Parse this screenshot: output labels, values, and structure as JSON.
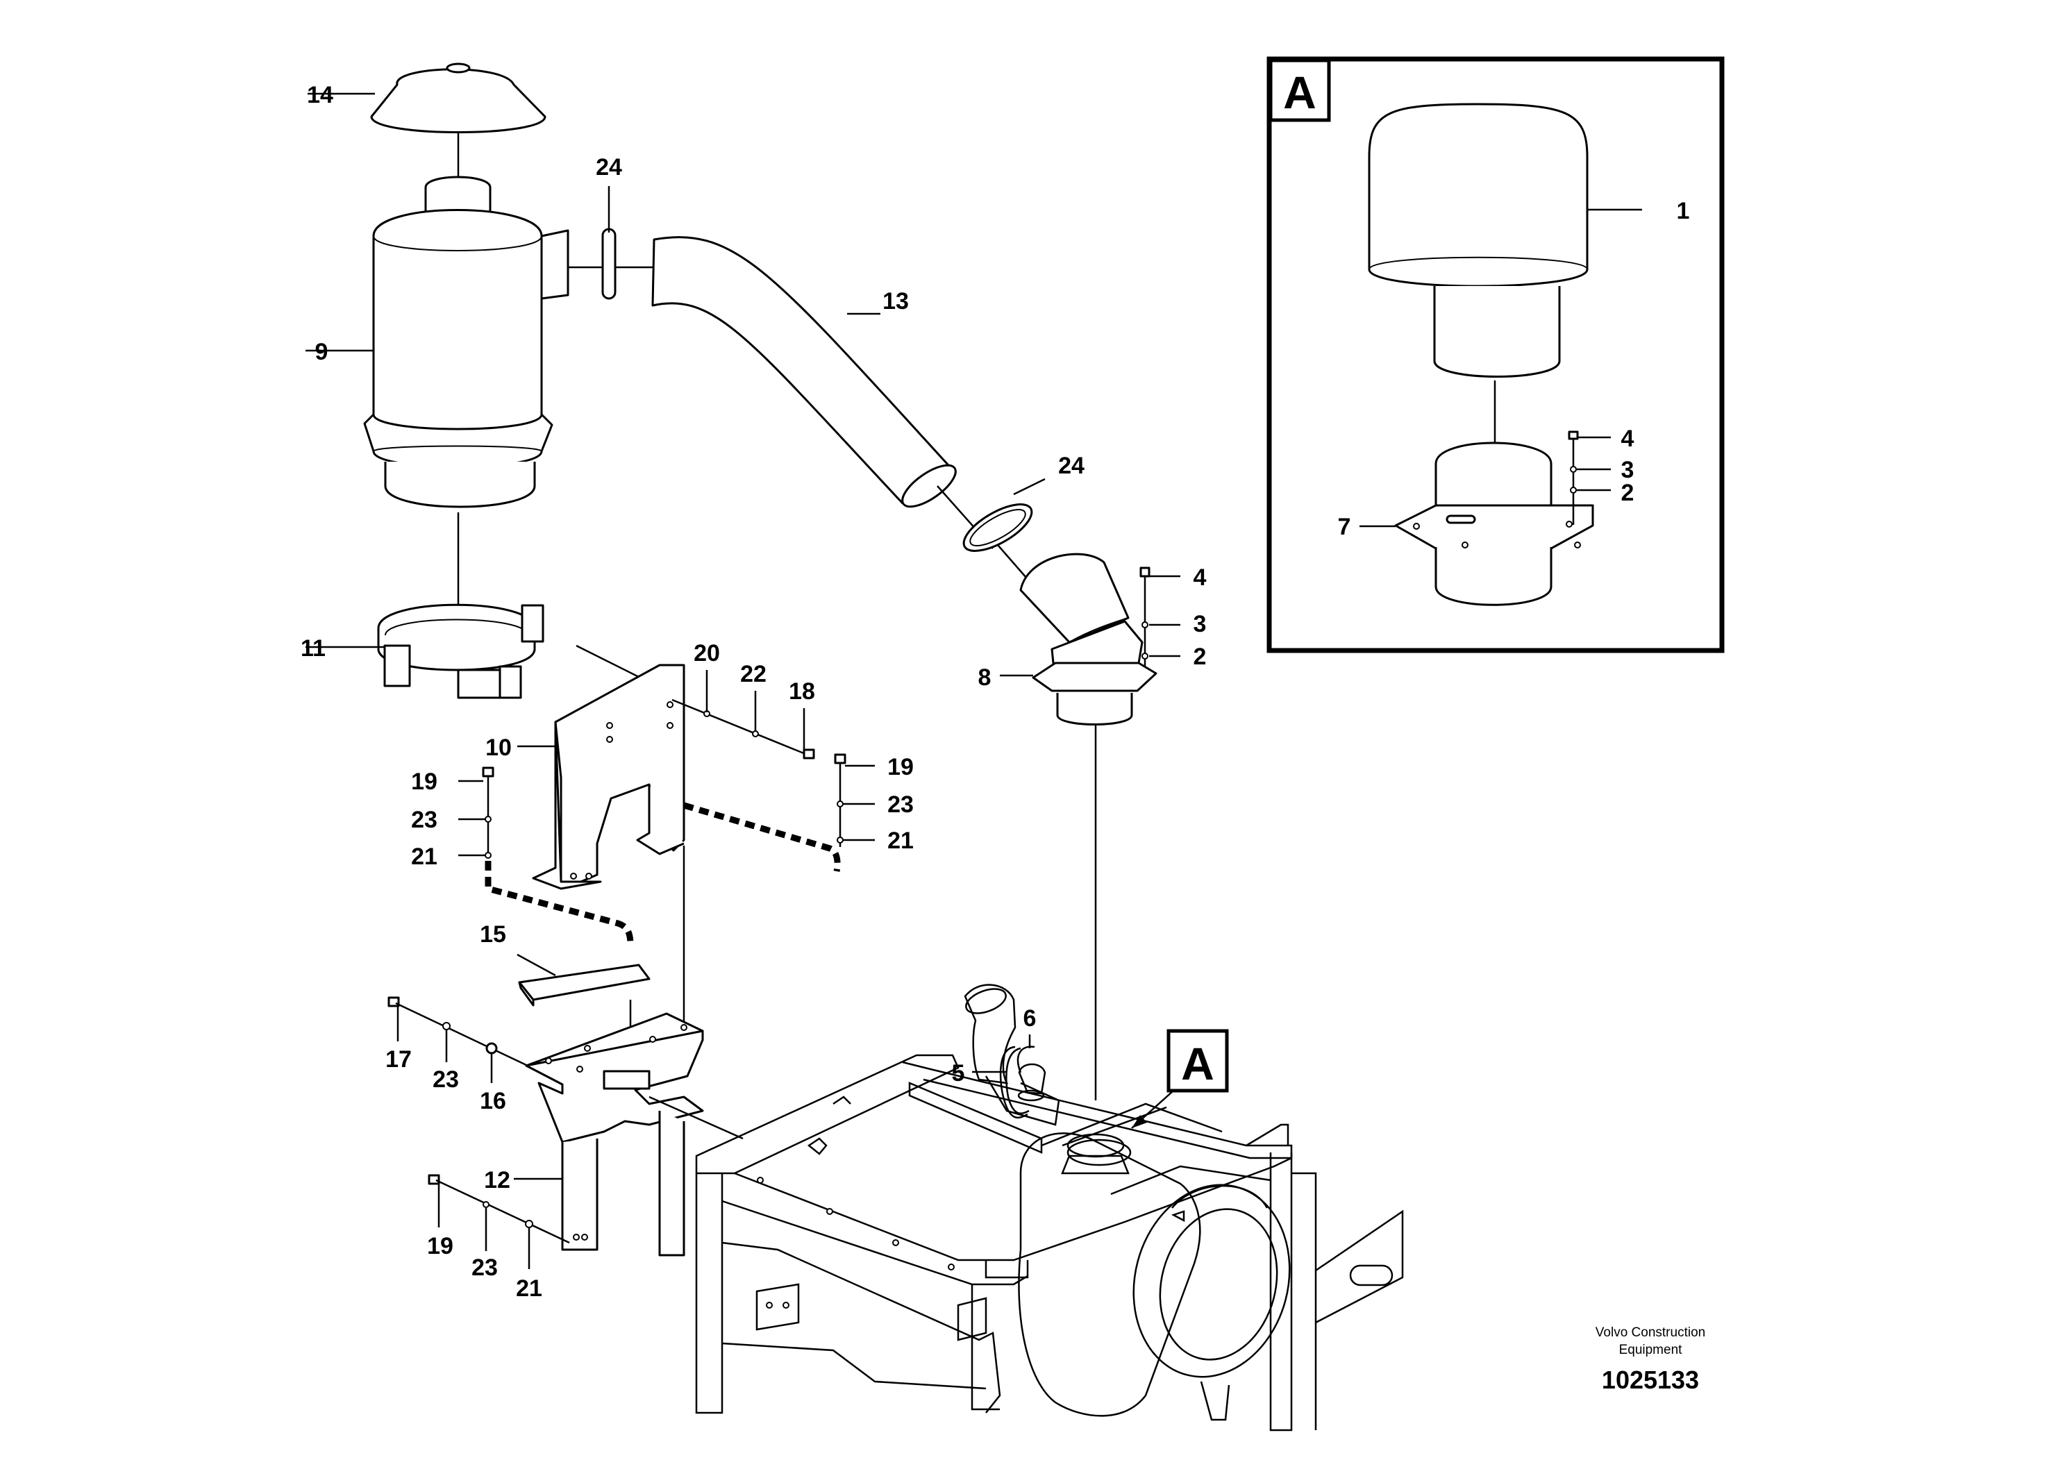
{
  "callouts": {
    "c14": "14",
    "c24_top": "24",
    "c13": "13",
    "c9": "9",
    "c24_mid": "24",
    "c11": "11",
    "c20": "20",
    "c22": "22",
    "c18": "18",
    "c10": "10",
    "c19_left": "19",
    "c23_left": "23",
    "c21_left": "21",
    "c19_right": "19",
    "c23_right": "23",
    "c21_right": "21",
    "c15": "15",
    "c17": "17",
    "c23_bottom_mid": "23",
    "c16": "16",
    "c12": "12",
    "c19_bottom": "19",
    "c23_bottom": "23",
    "c21_bottom": "21",
    "c4": "4",
    "c3": "3",
    "c2": "2",
    "c8": "8",
    "c6": "6",
    "c5": "5",
    "detail_A_1": "1",
    "detail_A_4": "4",
    "detail_A_3": "3",
    "detail_A_2": "2",
    "detail_A_7": "7"
  },
  "detail_box": {
    "label": "A"
  },
  "view_marker": {
    "label": "A"
  },
  "footer": {
    "brand_line1": "Volvo Construction",
    "brand_line2": "Equipment",
    "document_number": "1025133"
  }
}
